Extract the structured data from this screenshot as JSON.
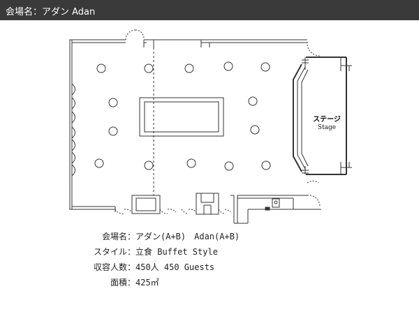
{
  "header": {
    "title": "会場名：アダン Adan"
  },
  "floor_plan": {
    "stage_label_ja": "ステージ",
    "stage_label_en": "Stage"
  },
  "info": {
    "separator": "：",
    "rows": [
      {
        "label": "会場名",
        "value": "アダン(A+B)　Adan(A+B)"
      },
      {
        "label": "スタイル",
        "value": "立食 Buffet Style"
      },
      {
        "label": "収容人数",
        "value": "450人 450 Guests"
      },
      {
        "label": "面積",
        "value": "425㎡"
      }
    ]
  }
}
